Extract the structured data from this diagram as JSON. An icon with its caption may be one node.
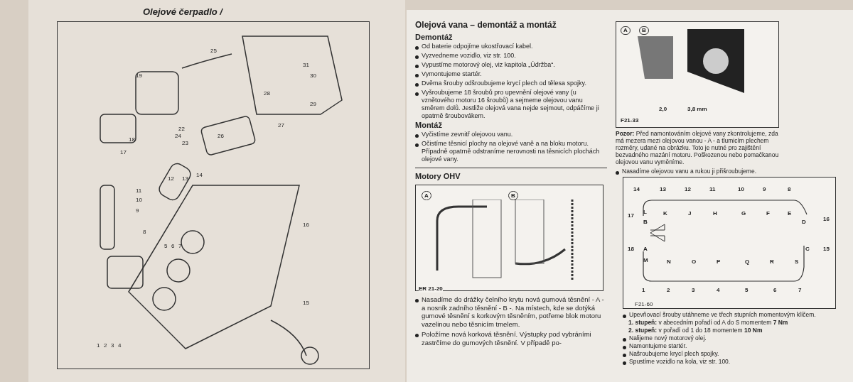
{
  "diagram": {
    "title": "Olejová vana – demontáž a montáž",
    "nodes": [
      {
        "text": [
          "Olejové čerpadlo /"
        ]
      },
      {
        "text": [
          "A",
          "B",
          "2,0",
          "3,8 mm",
          "F21-33"
        ]
      },
      {
        "text": [
          "A",
          "B",
          "ER 21-20"
        ]
      },
      {
        "text": [
          "14",
          "13",
          "12",
          "11",
          "10",
          "9",
          "8",
          "17",
          "L",
          "B",
          "K",
          "J",
          "H",
          "G",
          "F",
          "E",
          "D",
          "16",
          "18",
          "A",
          "M",
          "N",
          "O",
          "P",
          "Q",
          "R",
          "S",
          "C",
          "15",
          "1",
          "2",
          "3",
          "4",
          "5",
          "6",
          "7",
          "F21-60"
        ]
      }
    ],
    "labels": [
      "1",
      "2",
      "3",
      "4",
      "5",
      "6",
      "7",
      "8",
      "9",
      "10",
      "11",
      "12",
      "13",
      "14",
      "15",
      "16",
      "17",
      "18",
      "19",
      "22",
      "23",
      "24",
      "25",
      "26",
      "27",
      "28",
      "29",
      "30",
      "31",
      "Demontáž",
      "Od baterie odpojíme ukostřovací kabel.",
      "Vyzvedneme vozidlo, viz str. 100.",
      "Vypustíme motorový olej, viz kapitola „Údržba“.",
      "Vymontujeme startér.",
      "Dvěma šrouby odšroubujeme krycí plech od tělesa spojky.",
      "Vyšroubujeme 18 šroubů pro upevnění olejové vany (u vznětového motoru 16 šroubů) a sejmeme olejovou vanu směrem dolů. Jestliže olejová vana nejde sejmout, odpáčíme ji opatrně šroubovákem.",
      "Montáž",
      "Vyčistíme zevnitř olejovou vanu.",
      "Očistíme těsnicí plochy na olejové vaně a na bloku motoru. Případně opatrně odstraníme nerovnosti na těsnicích plochách olejové vany.",
      "Motory OHV",
      "Nasadíme do drážky čelního krytu nová gumová těsnění - A - a nosník zadního těsnění - B -. Na místech, kde se dotýká gumové těsnění s korkovým těsněním, potřeme blok motoru vazelinou nebo těsnicím tmelem.",
      "Položíme nová korková těsnění. Výstupky pod vybráními zastrčíme do gumových těsnění. V případě po-",
      "**Pozor:** Před namontováním olejové vany zkontrolujeme, zda má mezera mezi olejovou vanou - A - a tlumicím plechem rozměry, udané na obrázku. Toto je nutné pro zajištění bezvadného mazání motoru. Poškozenou nebo pomačkanou olejovou vanu vyměníme.",
      "Nasadíme olejovou vanu a rukou ji přišroubujeme.",
      "Upevňovací šrouby utáhneme ve třech stupních momentovým klíčem.",
      "**1. stupeň:** v abecedním pořadí od A do S momentem **7 Nm**",
      "**2. stupeň:** v pořadí od 1 do 18 momentem **10 Nm**",
      "Nalijeme nový motorový olej.",
      "Namontujeme startér.",
      "Našroubujeme krycí plech spojky.",
      "Spustíme vozidlo na kola, viz str. 100."
    ]
  }
}
